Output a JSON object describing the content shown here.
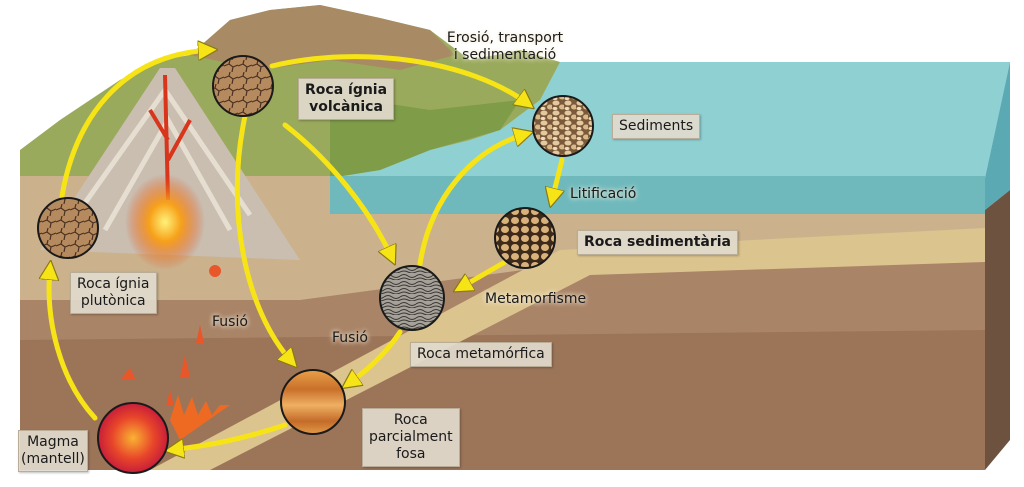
{
  "title": "Cicle de les roques",
  "colors": {
    "arrow": "#f7e417",
    "sea": "#7fc6c9",
    "crust": "#a98467",
    "slab": "#dcc48f"
  },
  "labels": {
    "erosion_line1": "Erosió, transport",
    "erosion_line2": "i sedimentació",
    "volcanic_line1": "Roca ígnia",
    "volcanic_line2": "volcànica",
    "sediments": "Sediments",
    "lithification": "Litificació",
    "sedimentary": "Roca sedimentària",
    "metamorphism": "Metamorfisme",
    "metamorphic": "Roca metamórfica",
    "fusion_1": "Fusió",
    "fusion_2": "Fusió",
    "partial_line1": "Roca",
    "partial_line2": "parcialment",
    "partial_line3": "fosa",
    "magma_line1": "Magma",
    "magma_line2": "(mantell)",
    "plutonic_line1": "Roca ígnia",
    "plutonic_line2": "plutònica"
  }
}
